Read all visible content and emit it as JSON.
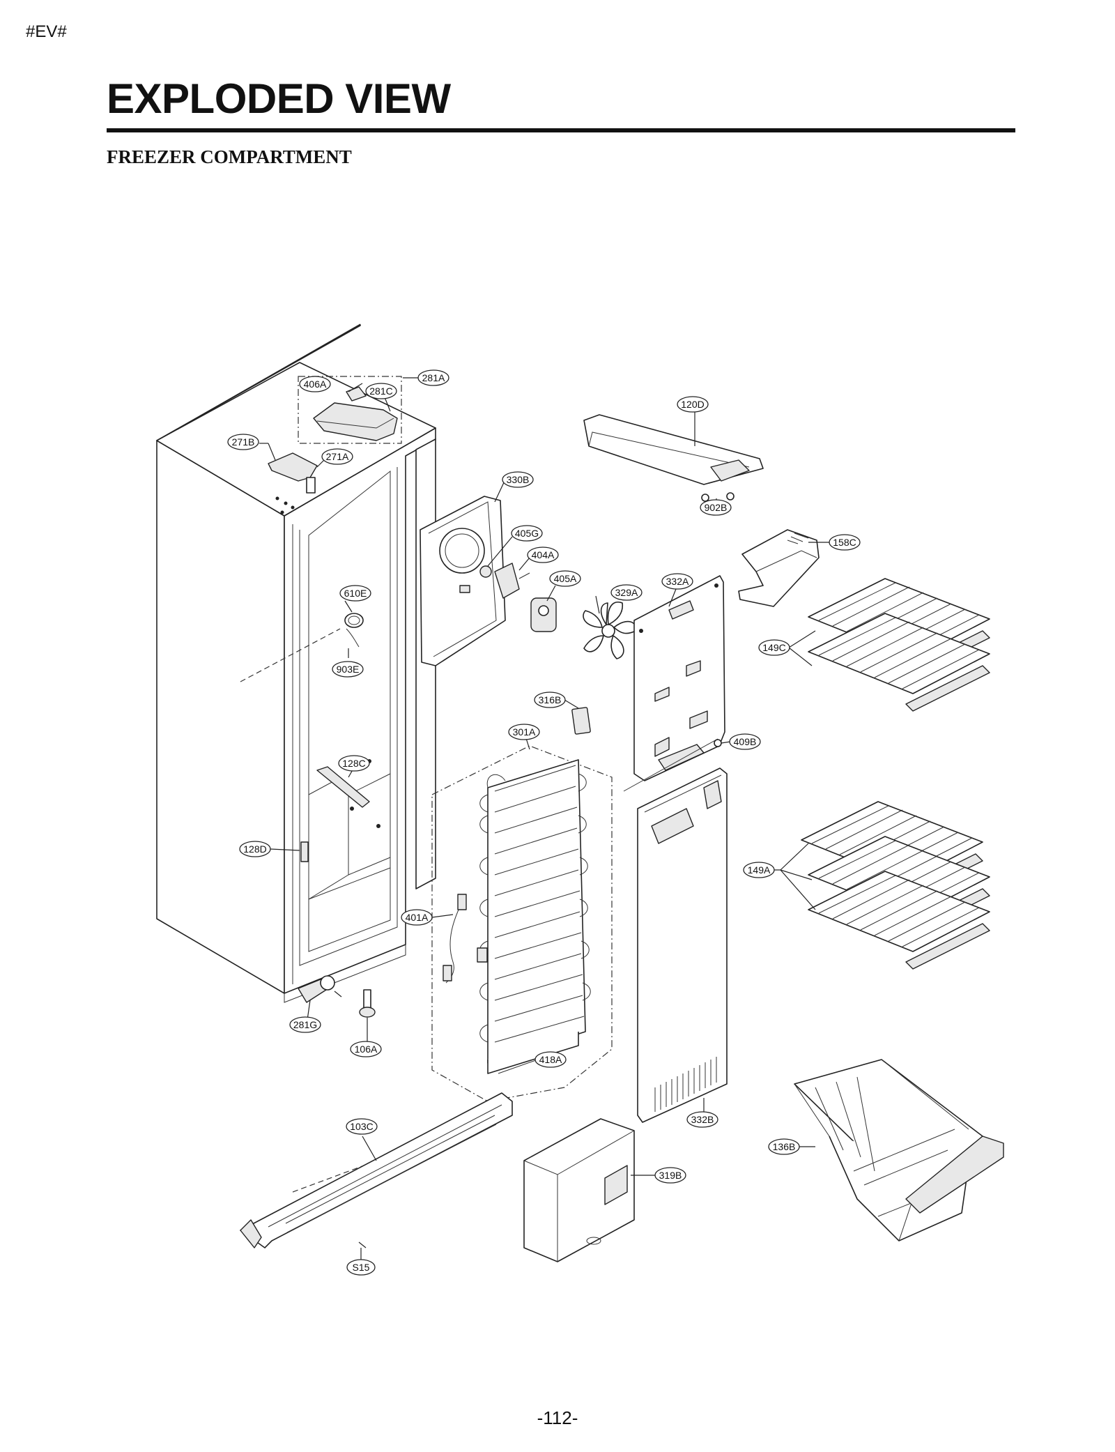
{
  "header": {
    "tag": "#EV#",
    "title": "EXPLODED VIEW",
    "subtitle": "FREEZER COMPARTMENT"
  },
  "footer": {
    "page_number": "-112-"
  },
  "callouts": {
    "c281A": "281A",
    "c406A": "406A",
    "c281C": "281C",
    "c120D": "120D",
    "c271B": "271B",
    "c271A": "271A",
    "c330B": "330B",
    "c902B": "902B",
    "c405G": "405G",
    "c158C": "158C",
    "c404A": "404A",
    "c405A": "405A",
    "c332A": "332A",
    "c329A": "329A",
    "c610E": "610E",
    "c149C": "149C",
    "c903E": "903E",
    "c316B": "316B",
    "c301A": "301A",
    "c409B": "409B",
    "c128C": "128C",
    "c128D": "128D",
    "c149A": "149A",
    "c401A": "401A",
    "c281G": "281G",
    "c106A": "106A",
    "c418A": "418A",
    "c332B": "332B",
    "c103C": "103C",
    "c136B": "136B",
    "c319B": "319B",
    "cS15": "S15"
  }
}
